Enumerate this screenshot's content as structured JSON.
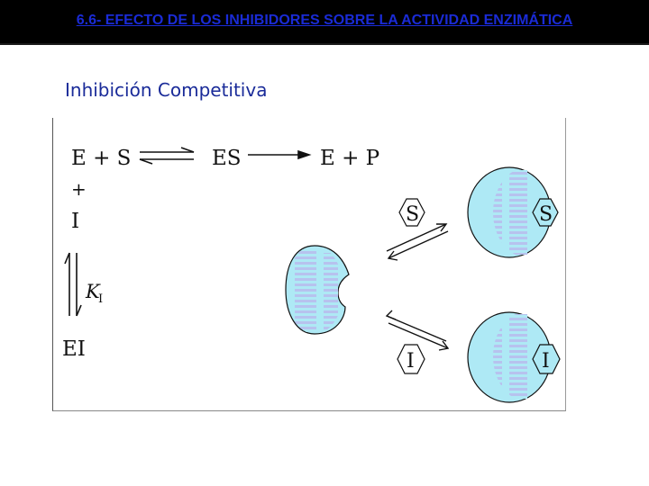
{
  "slide": {
    "title": "6.6- EFECTO DE LOS INHIBIDORES SOBRE LA ACTIVIDAD ENZIMÁTICA",
    "subtitle": "Inhibición Competitiva"
  },
  "diagram": {
    "reaction_line": [
      "E + S",
      "ES",
      "E + P"
    ],
    "plus_sign": "+",
    "inhibitor": "I",
    "constant_symbol": "K",
    "constant_subscript": "I",
    "complex": "EI",
    "substrate_label": "S",
    "inhibitor_label": "I"
  },
  "colors": {
    "title_text": "#1a2bd6",
    "subtitle_text": "#1a2b99",
    "enzyme_fill": "#aee9f5",
    "enzyme_stripe": "#b7c2ee"
  }
}
